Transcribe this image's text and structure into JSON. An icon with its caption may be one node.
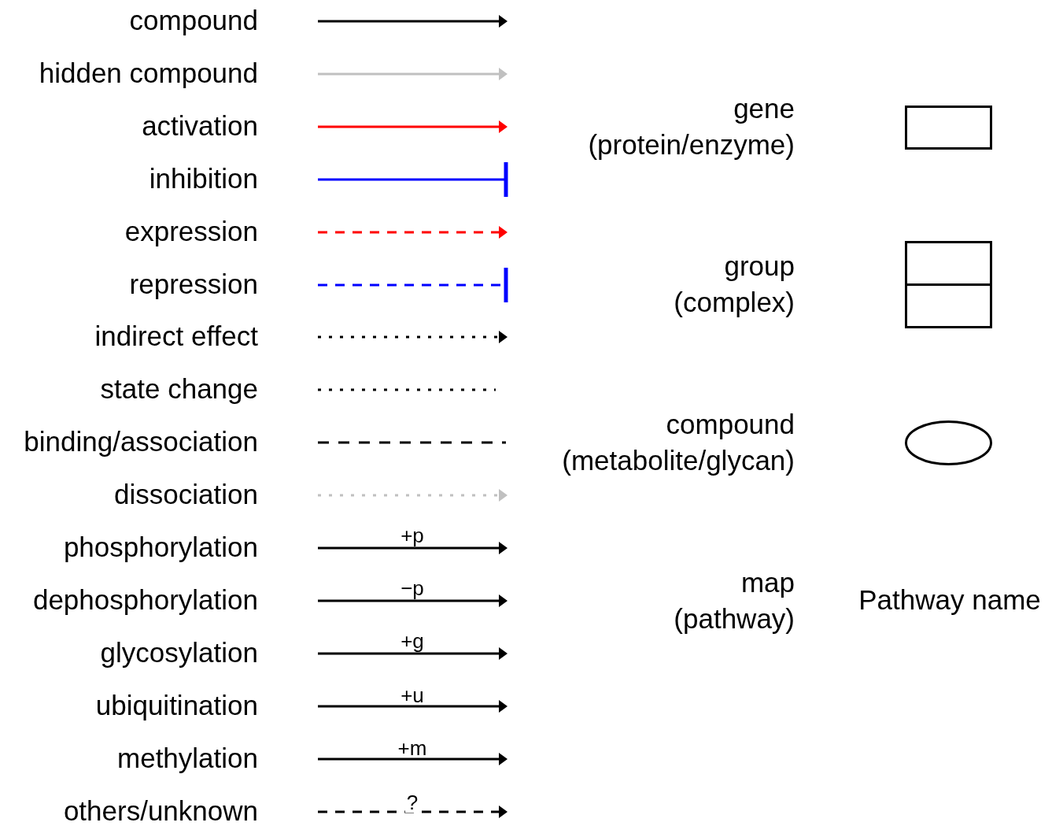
{
  "diagram": {
    "legend": [
      {
        "text": "compound"
      },
      {
        "text": "hidden compound"
      },
      {
        "text": "activation"
      },
      {
        "text": "inhibition"
      },
      {
        "text": "expression"
      },
      {
        "text": "repression"
      },
      {
        "text": "indirect effect"
      },
      {
        "text": "state change"
      },
      {
        "text": "binding/association"
      },
      {
        "text": "dissociation"
      },
      {
        "text": "phosphorylation"
      },
      {
        "text": "dephosphorylation"
      },
      {
        "text": "glycosylation"
      },
      {
        "text": "ubiquitination"
      },
      {
        "text": "methylation"
      },
      {
        "text": "others/unknown"
      },
      {
        "text": "gene (protein/enzyme)"
      },
      {
        "text": "group (complex)"
      },
      {
        "text": "compound (metabolite/glycan)"
      },
      {
        "text": "map (pathway)"
      }
    ],
    "labels": [
      "+p",
      "−p",
      "Pathway name",
      "+g",
      "+u",
      "+m",
      "?"
    ]
  }
}
